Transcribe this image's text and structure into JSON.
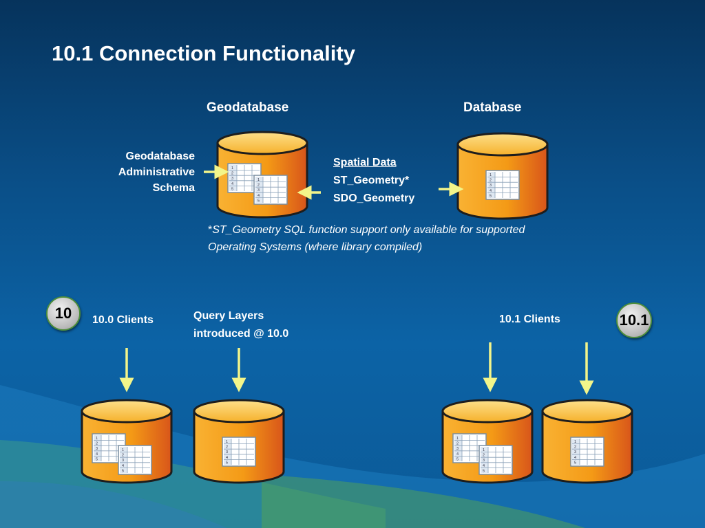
{
  "title": "10.1 Connection Functionality",
  "headers": {
    "geodatabase": "Geodatabase",
    "database": "Database"
  },
  "schema_label": [
    "Geodatabase",
    "Administrative",
    "Schema"
  ],
  "spatial": {
    "heading": "Spatial Data",
    "line1": "ST_Geometry*",
    "line2": "SDO_Geometry"
  },
  "note": {
    "star": "*",
    "line1": "ST_Geometry SQL function support only available for supported",
    "line2": "Operating Systems (where library compiled)"
  },
  "clients": {
    "v10_badge": "10",
    "v10_label": "10.0 Clients",
    "query_layers": [
      "Query Layers",
      "introduced @ 10.0"
    ],
    "v101_label": "10.1 Clients",
    "v101_badge": "10.1"
  },
  "table_rows": [
    "1",
    "2",
    "3",
    "4",
    "5"
  ],
  "colors": {
    "cylinder": "#f7a11a",
    "arrow": "#f3f58a",
    "badge_ring": "#4e8e3a"
  }
}
